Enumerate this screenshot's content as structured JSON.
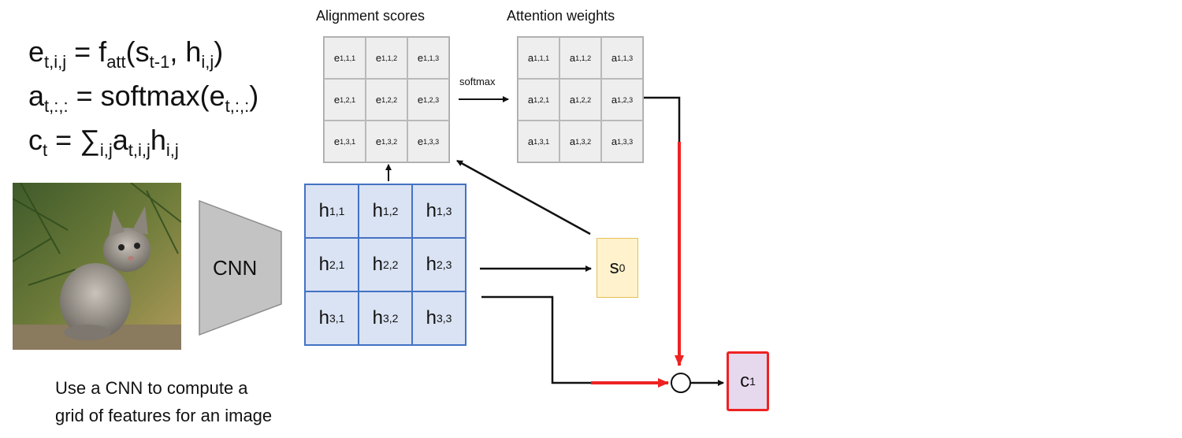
{
  "equations": [
    {
      "main": "e",
      "sub": "t,i,j",
      "rest": " = f",
      "rest_sub": "att",
      "rest2": "(s",
      "rest2_sub": "t-1",
      "rest3": ", h",
      "rest3_sub": "i,j",
      "rest4": ")"
    },
    {
      "main": "a",
      "sub": "t,:,:",
      "rest": " = softmax(e",
      "rest_sub": "t,:,:",
      "rest2": ")",
      "rest2_sub": "",
      "rest3": "",
      "rest3_sub": "",
      "rest4": ""
    },
    {
      "main": "c",
      "sub": "t",
      "rest": " = ∑",
      "rest_sub": "i,j",
      "rest2": "a",
      "rest2_sub": "t,i,j",
      "rest3": "h",
      "rest3_sub": "i,j",
      "rest4": ""
    }
  ],
  "alignment": {
    "title": "Alignment scores",
    "letter": "e",
    "cells": [
      "1,1,1",
      "1,1,2",
      "1,1,3",
      "1,2,1",
      "1,2,2",
      "1,2,3",
      "1,3,1",
      "1,3,2",
      "1,3,3"
    ]
  },
  "attention": {
    "title": "Attention weights",
    "letter": "a",
    "cells": [
      "1,1,1",
      "1,1,2",
      "1,1,3",
      "1,2,1",
      "1,2,2",
      "1,2,3",
      "1,3,1",
      "1,3,2",
      "1,3,3"
    ]
  },
  "softmax_label": "softmax",
  "cnn_label": "CNN",
  "features": {
    "letter": "h",
    "cells": [
      "1,1",
      "1,2",
      "1,3",
      "2,1",
      "2,2",
      "2,3",
      "3,1",
      "3,2",
      "3,3"
    ]
  },
  "s0": {
    "letter": "s",
    "sub": "0"
  },
  "c1": {
    "letter": "c",
    "sub": "1"
  },
  "caption": [
    "Use a CNN to compute a",
    "grid of features for an image"
  ],
  "colors": {
    "feature_fill": "#dae3f3",
    "feature_border": "#4472c4",
    "s0_fill": "#fff2cc",
    "c1_fill": "#e6d9ee",
    "red": "#ee2222"
  }
}
